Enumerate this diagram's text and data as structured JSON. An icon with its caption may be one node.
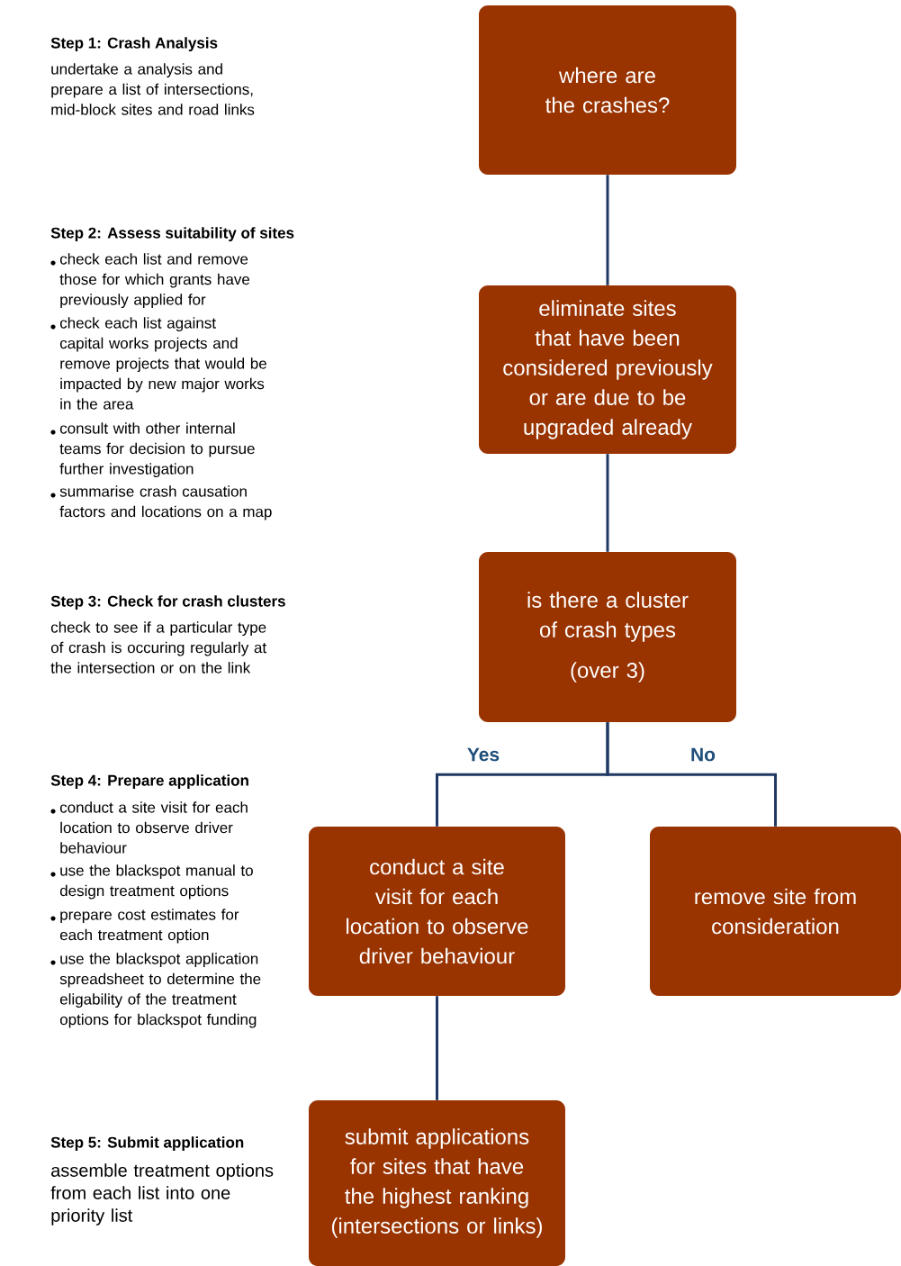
{
  "diagram": {
    "nodes": [
      {
        "text": [
          "where are the crashes?"
        ]
      },
      {
        "text": [
          "eliminate sites that have been considered previously or are due to be upgraded already"
        ]
      },
      {
        "text": [
          "is there a cluster of crash types",
          "(over 3)"
        ]
      },
      {
        "text": [
          "conduct a site visit for each location to observe driver behaviour"
        ]
      },
      {
        "text": [
          "remove site from consideration"
        ]
      },
      {
        "text": [
          "submit applications for sites that have the highest ranking (intersections or links)"
        ]
      }
    ],
    "edges": [
      {
        "from": 0,
        "to": 1,
        "arrow": "none"
      },
      {
        "from": 1,
        "to": 2,
        "arrow": "none"
      },
      {
        "from": 2,
        "to": 3,
        "arrow": "none",
        "label": "Yes"
      },
      {
        "from": 2,
        "to": 4,
        "arrow": "none",
        "label": "No"
      },
      {
        "from": 3,
        "to": 5,
        "arrow": "none"
      }
    ],
    "labels": [
      "Step 1: Crash Analysis",
      "undertake a analysis and prepare a list of intersections, mid-block sites and road links",
      "Step 2: Assess suitability of sites",
      "check each list and remove those for which grants have previously applied for",
      "check each list against capital works projects and remove projects that would be impacted by new major works in the area",
      "consult with other internal teams for decision to pursue further investigation",
      "summarise crash causation factors and locations on a map",
      "Step 3: Check for crash clusters",
      "check to see if a particular type of crash is occuring regularly at the intersection or on the link",
      "Step 4: Prepare application",
      "conduct a site visit for each location to observe driver behaviour",
      "use the blackspot manual to design treatment options",
      "prepare cost estimates for each treatment option",
      "use the blackspot application spreadsheet to determine the eligability of the treatment options for blackspot funding",
      "Step 5: Submit application",
      "assemble treatment options from each list into one priority list"
    ]
  }
}
